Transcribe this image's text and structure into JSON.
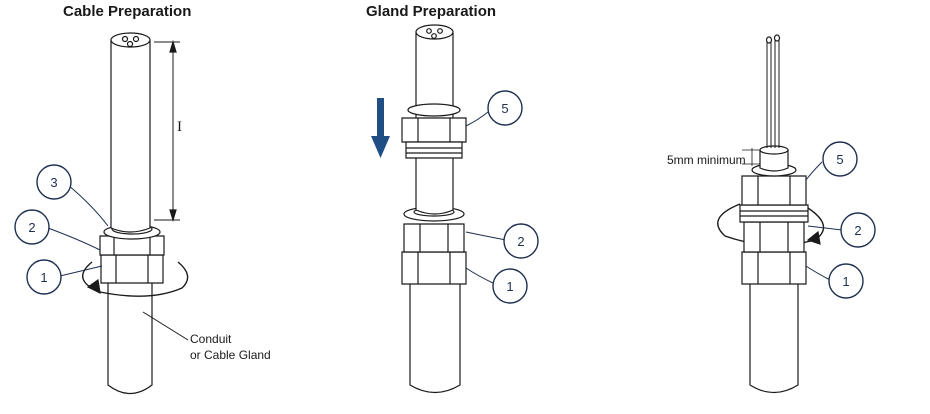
{
  "titles": {
    "cable_preparation": "Cable Preparation",
    "gland_preparation": "Gland Preparation"
  },
  "dimension_label": "I",
  "conduit_label": {
    "line1": "Conduit",
    "line2": "or Cable Gland"
  },
  "min_label": "5mm minimum",
  "callouts": {
    "panel1": [
      "3",
      "2",
      "1"
    ],
    "panel2": [
      "5",
      "2",
      "1"
    ],
    "panel3": [
      "5",
      "2",
      "1"
    ]
  },
  "colors": {
    "callout_stroke": "#1e2f4f",
    "arrow": "#1f4e85",
    "line": "#1a1a1a"
  }
}
